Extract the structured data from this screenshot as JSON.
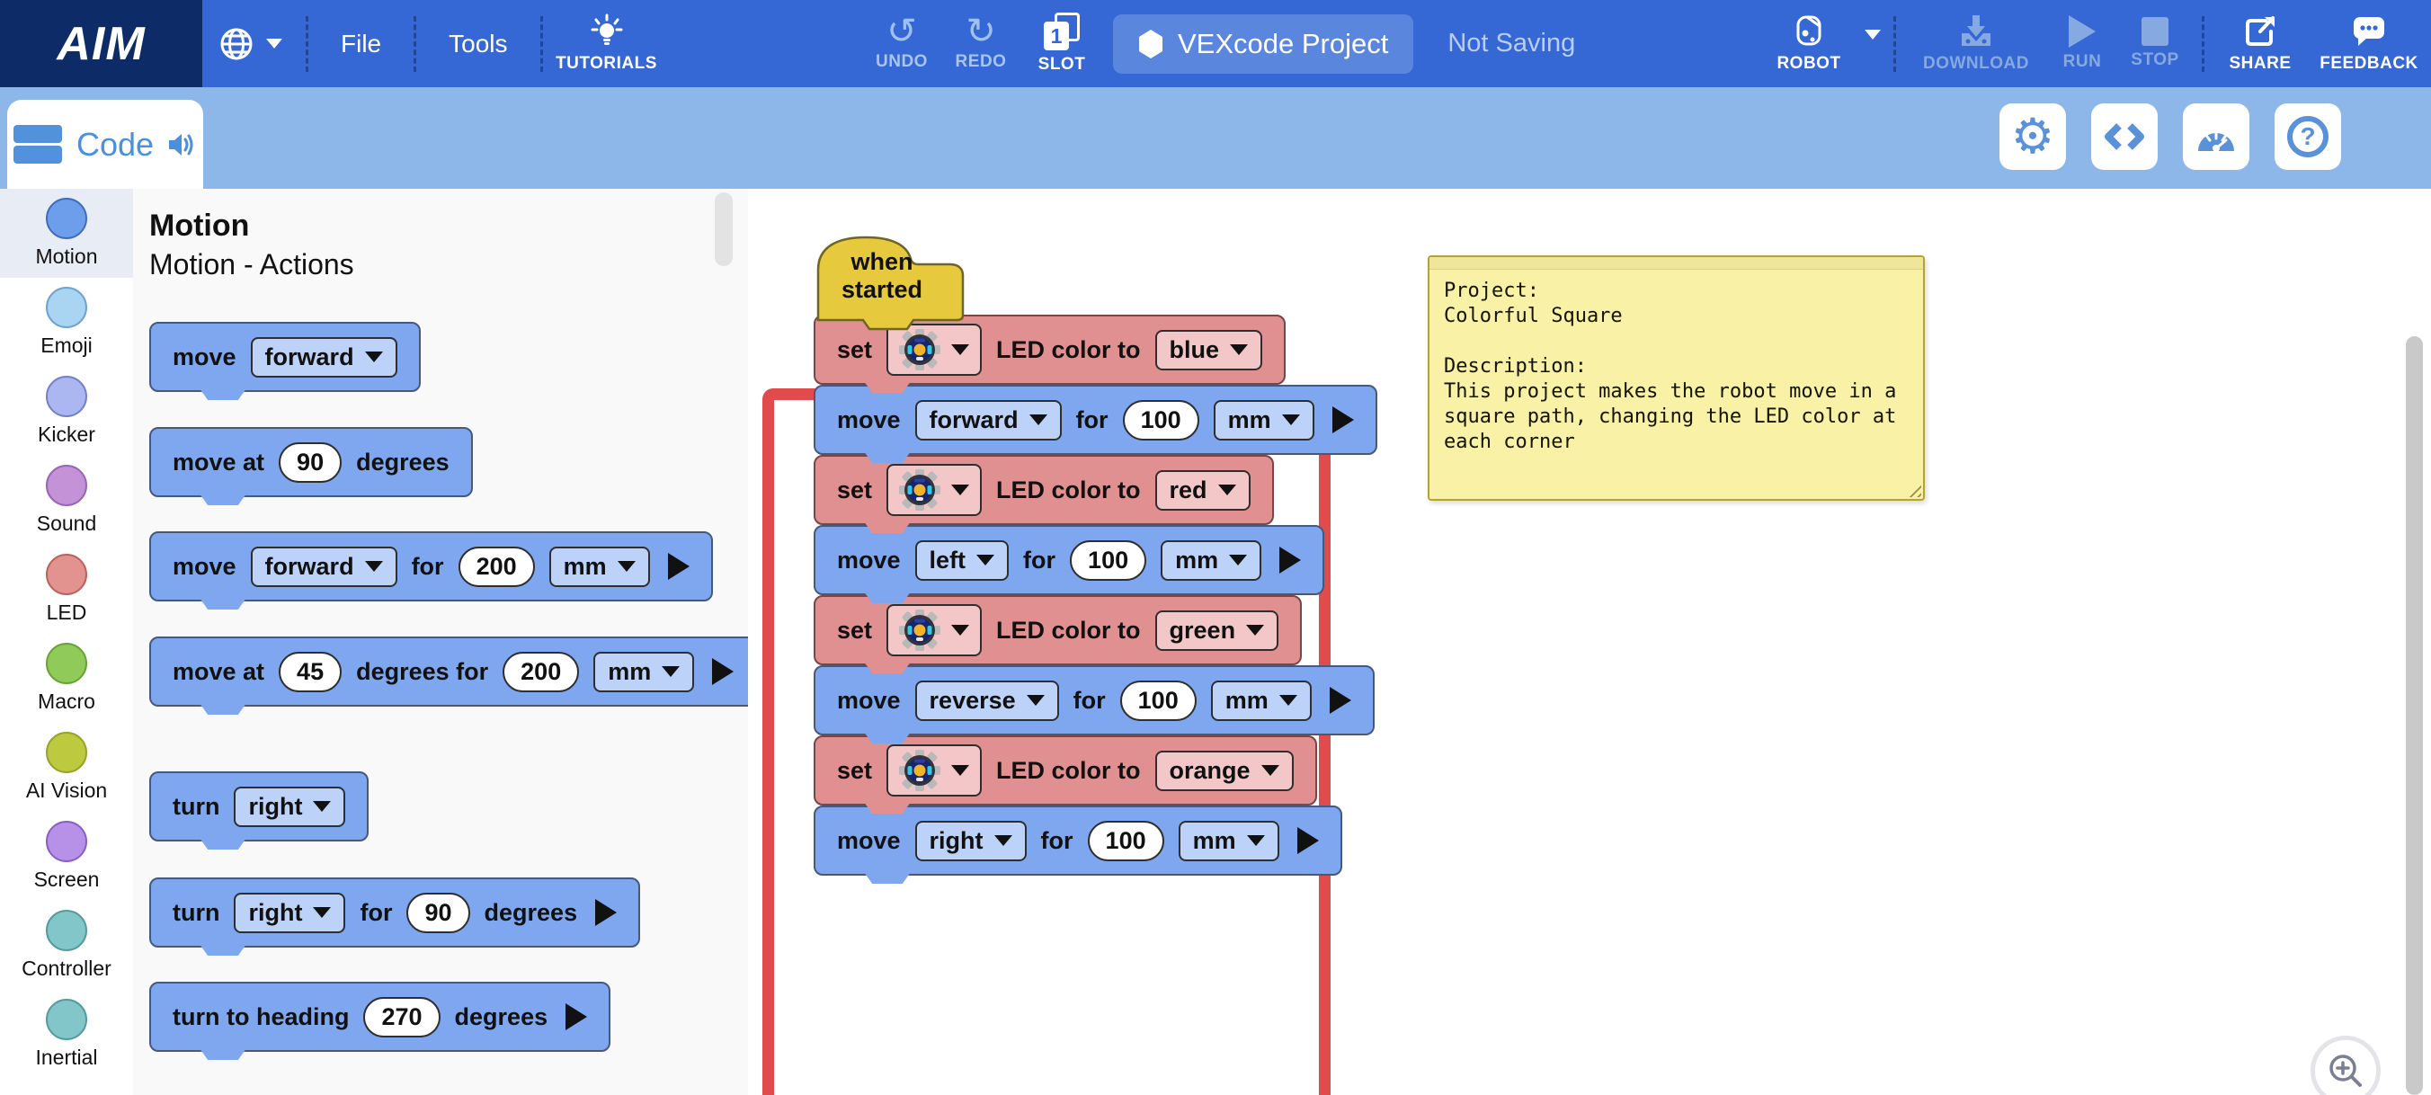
{
  "topbar": {
    "logo": "AIM",
    "menus": {
      "file": "File",
      "tools": "Tools",
      "tutorials": "TUTORIALS"
    },
    "undo_label": "UNDO",
    "redo_label": "REDO",
    "slot_label": "SLOT",
    "slot_number": "1",
    "project_name": "VEXcode Project",
    "save_status": "Not Saving",
    "robot_label": "ROBOT",
    "download_label": "DOWNLOAD",
    "run_label": "RUN",
    "stop_label": "STOP",
    "share_label": "SHARE",
    "feedback_label": "FEEDBACK",
    "undo_glyph": "↺",
    "redo_glyph": "↻"
  },
  "subbar": {
    "tab_label": "Code",
    "gear_glyph": "⚙",
    "help_glyph": "?"
  },
  "sidebar": {
    "items": [
      {
        "label": "Motion",
        "color": "#6d9eeb",
        "border": "#3f6cc0",
        "selected": true
      },
      {
        "label": "Emoji",
        "color": "#a9d4f2",
        "border": "#6da3cf",
        "selected": false
      },
      {
        "label": "Kicker",
        "color": "#abb7f0",
        "border": "#7481c9",
        "selected": false
      },
      {
        "label": "Sound",
        "color": "#c392d7",
        "border": "#9a63b5",
        "selected": false
      },
      {
        "label": "LED",
        "color": "#e29390",
        "border": "#bc625e",
        "selected": false
      },
      {
        "label": "Macro",
        "color": "#90cb59",
        "border": "#67a335",
        "selected": false
      },
      {
        "label": "AI Vision",
        "color": "#bdc93f",
        "border": "#97a329",
        "selected": false
      },
      {
        "label": "Screen",
        "color": "#b691e7",
        "border": "#8a60c4",
        "selected": false
      },
      {
        "label": "Controller",
        "color": "#82c6c9",
        "border": "#549a9e",
        "selected": false
      },
      {
        "label": "Inertial",
        "color": "#82c6c9",
        "border": "#549a9e",
        "selected": false
      }
    ]
  },
  "palette": {
    "title": "Motion",
    "subtitle": "Motion - Actions",
    "blocks": [
      {
        "id": "move",
        "color": "blue",
        "tokens": [
          {
            "k": "t",
            "v": "move"
          },
          {
            "k": "dd",
            "v": "forward"
          }
        ]
      },
      {
        "id": "move-at-degrees",
        "color": "blue",
        "tokens": [
          {
            "k": "t",
            "v": "move at"
          },
          {
            "k": "num",
            "v": "90"
          },
          {
            "k": "t",
            "v": "degrees"
          }
        ]
      },
      {
        "id": "move-for",
        "color": "blue",
        "tokens": [
          {
            "k": "t",
            "v": "move"
          },
          {
            "k": "dd",
            "v": "forward"
          },
          {
            "k": "t",
            "v": "for"
          },
          {
            "k": "num",
            "v": "200"
          },
          {
            "k": "dd",
            "v": "mm"
          },
          {
            "k": "arrow"
          }
        ]
      },
      {
        "id": "move-at-degrees-for",
        "color": "blue",
        "tokens": [
          {
            "k": "t",
            "v": "move at"
          },
          {
            "k": "num",
            "v": "45"
          },
          {
            "k": "t",
            "v": "degrees for"
          },
          {
            "k": "num",
            "v": "200"
          },
          {
            "k": "dd",
            "v": "mm"
          },
          {
            "k": "arrow"
          }
        ]
      },
      {
        "id": "turn",
        "color": "blue",
        "tokens": [
          {
            "k": "t",
            "v": "turn"
          },
          {
            "k": "dd",
            "v": "right"
          }
        ]
      },
      {
        "id": "turn-for-degrees",
        "color": "blue",
        "tokens": [
          {
            "k": "t",
            "v": "turn"
          },
          {
            "k": "dd",
            "v": "right"
          },
          {
            "k": "t",
            "v": "for"
          },
          {
            "k": "num",
            "v": "90"
          },
          {
            "k": "t",
            "v": "degrees"
          },
          {
            "k": "arrow"
          }
        ]
      },
      {
        "id": "turn-to-heading",
        "color": "blue",
        "tokens": [
          {
            "k": "t",
            "v": "turn to heading"
          },
          {
            "k": "num",
            "v": "270"
          },
          {
            "k": "t",
            "v": "degrees"
          },
          {
            "k": "arrow"
          }
        ]
      }
    ]
  },
  "canvas": {
    "stack": [
      {
        "id": "when-started",
        "type": "hat",
        "label": "when started"
      },
      {
        "id": "set-led-blue",
        "color": "red",
        "tokens": [
          {
            "k": "t",
            "v": "set"
          },
          {
            "k": "robot"
          },
          {
            "k": "t",
            "v": "LED color to"
          },
          {
            "k": "dd",
            "v": "blue"
          }
        ]
      },
      {
        "id": "move-forward-100",
        "color": "blue",
        "tokens": [
          {
            "k": "t",
            "v": "move"
          },
          {
            "k": "dd",
            "v": "forward"
          },
          {
            "k": "t",
            "v": "for"
          },
          {
            "k": "num",
            "v": "100"
          },
          {
            "k": "dd",
            "v": "mm"
          },
          {
            "k": "arrow"
          }
        ]
      },
      {
        "id": "set-led-red",
        "color": "red",
        "tokens": [
          {
            "k": "t",
            "v": "set"
          },
          {
            "k": "robot"
          },
          {
            "k": "t",
            "v": "LED color to"
          },
          {
            "k": "dd",
            "v": "red"
          }
        ]
      },
      {
        "id": "move-left-100",
        "color": "blue",
        "tokens": [
          {
            "k": "t",
            "v": "move"
          },
          {
            "k": "dd",
            "v": "left"
          },
          {
            "k": "t",
            "v": "for"
          },
          {
            "k": "num",
            "v": "100"
          },
          {
            "k": "dd",
            "v": "mm"
          },
          {
            "k": "arrow"
          }
        ]
      },
      {
        "id": "set-led-green",
        "color": "red",
        "tokens": [
          {
            "k": "t",
            "v": "set"
          },
          {
            "k": "robot"
          },
          {
            "k": "t",
            "v": "LED color to"
          },
          {
            "k": "dd",
            "v": "green"
          }
        ]
      },
      {
        "id": "move-reverse-100",
        "color": "blue",
        "tokens": [
          {
            "k": "t",
            "v": "move"
          },
          {
            "k": "dd",
            "v": "reverse"
          },
          {
            "k": "t",
            "v": "for"
          },
          {
            "k": "num",
            "v": "100"
          },
          {
            "k": "dd",
            "v": "mm"
          },
          {
            "k": "arrow"
          }
        ]
      },
      {
        "id": "set-led-orange",
        "color": "red",
        "tokens": [
          {
            "k": "t",
            "v": "set"
          },
          {
            "k": "robot"
          },
          {
            "k": "t",
            "v": "LED color to"
          },
          {
            "k": "dd",
            "v": "orange"
          }
        ]
      },
      {
        "id": "move-right-100",
        "color": "blue",
        "tokens": [
          {
            "k": "t",
            "v": "move"
          },
          {
            "k": "dd",
            "v": "right"
          },
          {
            "k": "t",
            "v": "for"
          },
          {
            "k": "num",
            "v": "100"
          },
          {
            "k": "dd",
            "v": "mm"
          },
          {
            "k": "arrow"
          }
        ]
      }
    ],
    "note": {
      "text": "Project:\nColorful Square\n\nDescription:\nThis project makes the robot move in a\nsquare path, changing the LED color at\neach corner"
    }
  },
  "colors": {
    "topbar_blue": "#3568d4",
    "logo_navy": "#0d2b66",
    "subbar_blue": "#8db7e9",
    "motion_block_blue": "#7ea7f0",
    "led_block_red": "#e09090",
    "hat_yellow": "#e6c93c",
    "highlight_red": "#e24b4b",
    "sticky_yellow": "#f8f1a6"
  }
}
